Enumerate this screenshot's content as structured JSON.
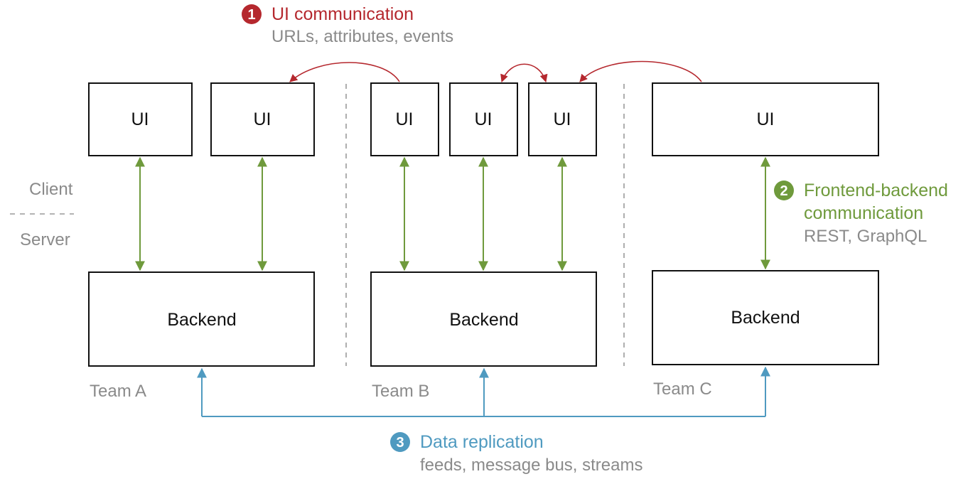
{
  "colors": {
    "ui_communication": "#b5282e",
    "frontend_backend": "#6f9a3c",
    "data_replication": "#4f9ac0",
    "secondary_text": "#8a8a8a"
  },
  "legend": {
    "ui_communication": {
      "number": "1",
      "title": "UI communication",
      "subtitle": "URLs, attributes, events"
    },
    "frontend_backend": {
      "number": "2",
      "title_line1": "Frontend-backend",
      "title_line2": "communication",
      "subtitle": "REST, GraphQL"
    },
    "data_replication": {
      "number": "3",
      "title": "Data replication",
      "subtitle": "feeds, message bus, streams"
    }
  },
  "tier_labels": {
    "client": "Client",
    "server": "Server"
  },
  "teams": [
    {
      "name": "Team A",
      "uis": [
        "UI",
        "UI"
      ],
      "backend": "Backend"
    },
    {
      "name": "Team B",
      "uis": [
        "UI",
        "UI",
        "UI"
      ],
      "backend": "Backend"
    },
    {
      "name": "Team C",
      "uis": [
        "UI"
      ],
      "backend": "Backend"
    }
  ]
}
